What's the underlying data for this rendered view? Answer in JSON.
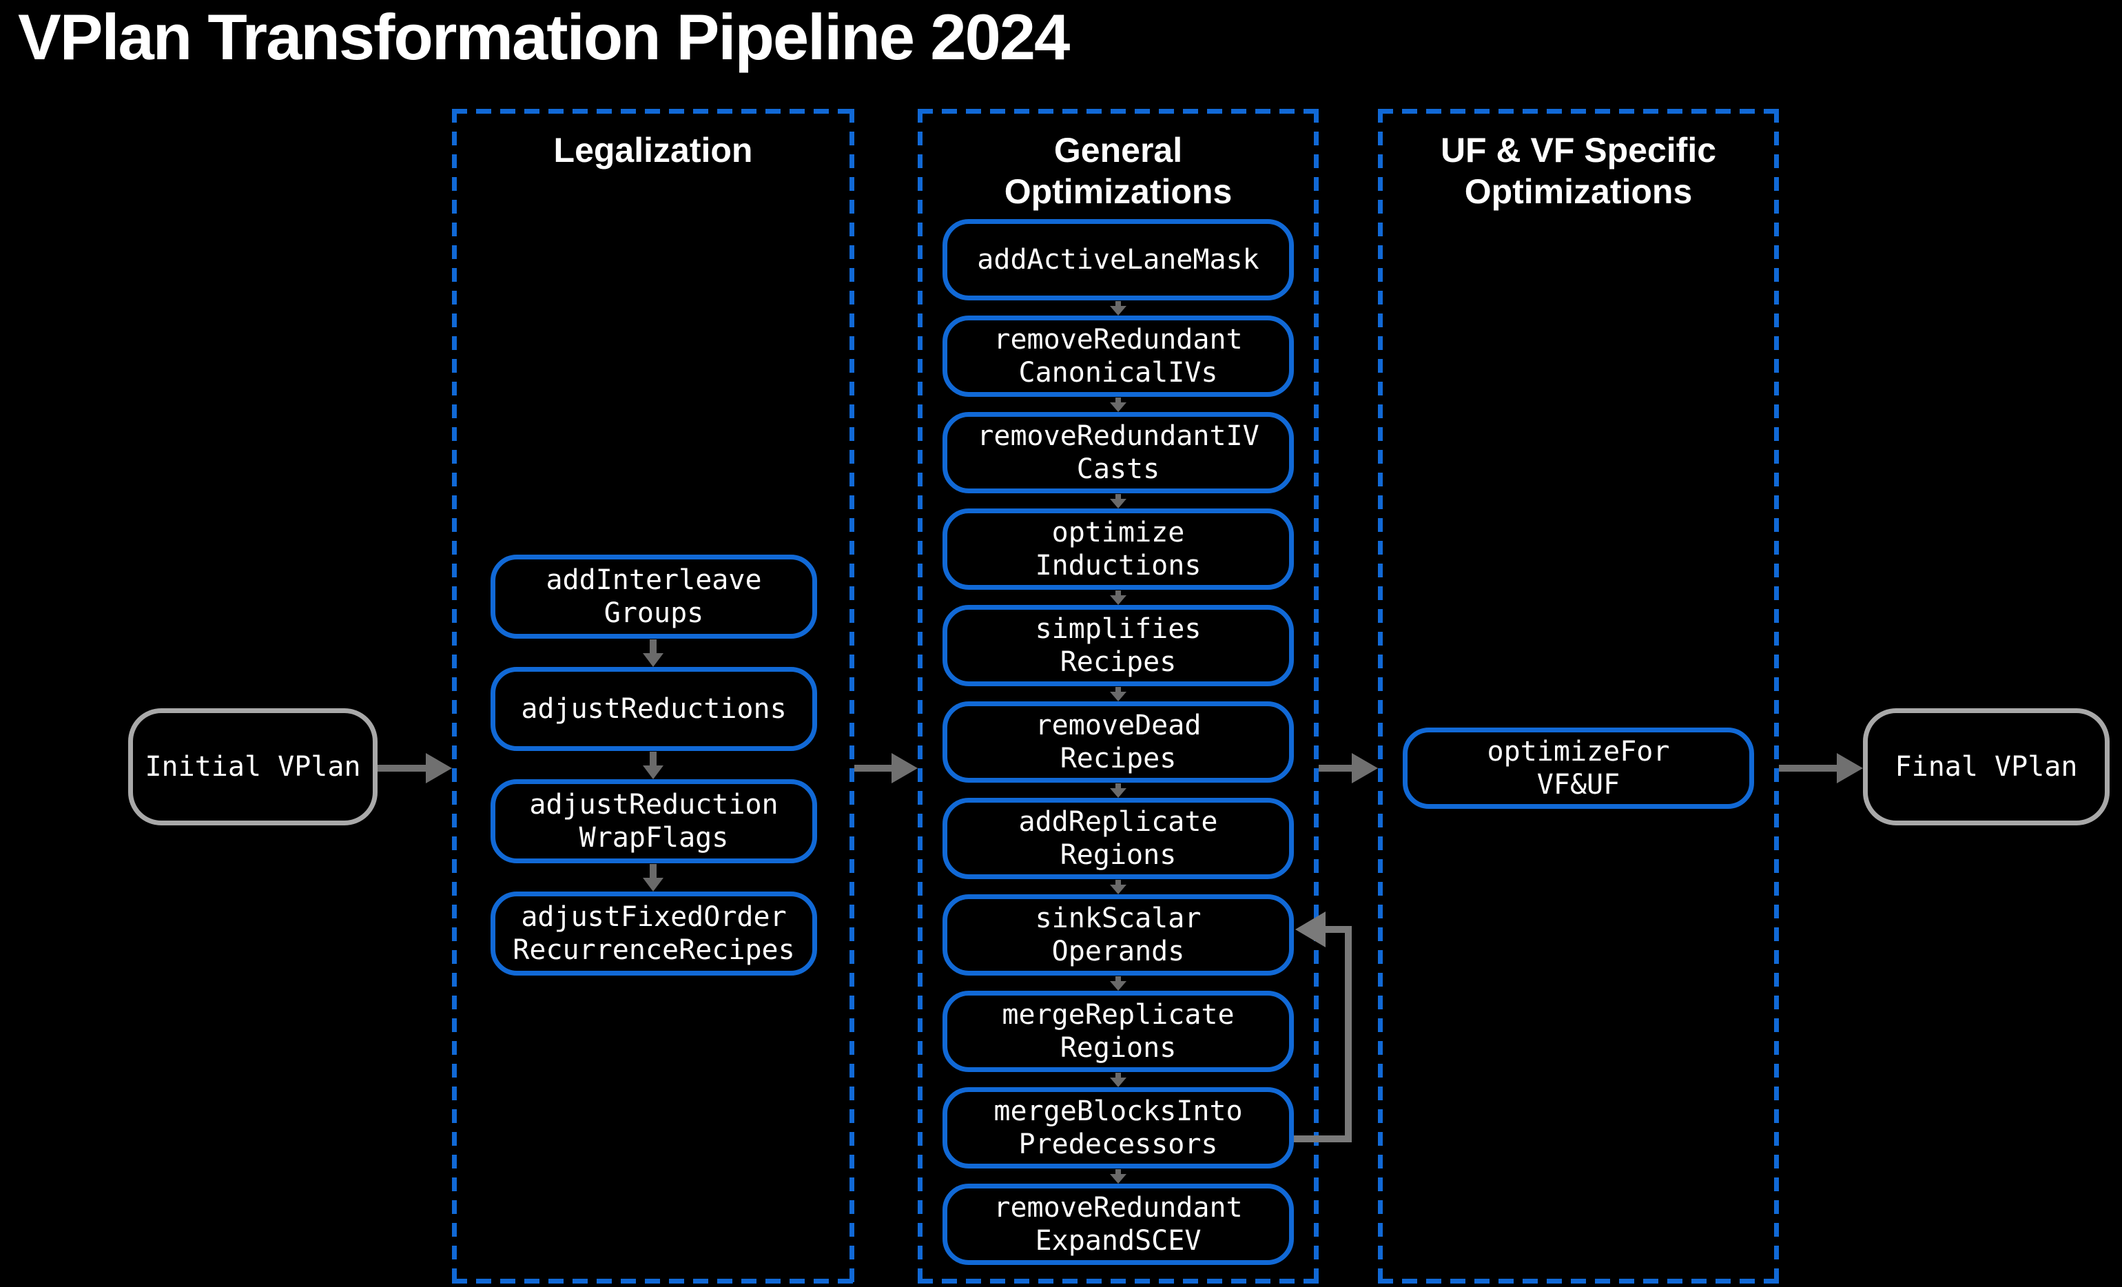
{
  "title": "VPlan Transformation Pipeline 2024",
  "colors": {
    "background": "#000000",
    "text": "#ffffff",
    "accent_blue": "#1169d6",
    "terminal_border_gray": "#a9a9a9",
    "arrow_gray": "#707070",
    "loop_arrow_gray": "#7a7a7a"
  },
  "start_node": {
    "label": "Initial VPlan"
  },
  "end_node": {
    "label": "Final VPlan"
  },
  "columns": [
    {
      "title": "Legalization",
      "boxes": [
        {
          "label": "addInterleave\nGroups"
        },
        {
          "label": "adjustReductions"
        },
        {
          "label": "adjustReduction\nWrapFlags"
        },
        {
          "label": "adjustFixedOrder\nRecurrenceRecipes"
        }
      ]
    },
    {
      "title": "General\nOptimizations",
      "boxes": [
        {
          "label": "addActiveLaneMask"
        },
        {
          "label": "removeRedundant\nCanonicalIVs"
        },
        {
          "label": "removeRedundantIV\nCasts"
        },
        {
          "label": "optimize\nInductions"
        },
        {
          "label": "simplifies\nRecipes"
        },
        {
          "label": "removeDead\nRecipes"
        },
        {
          "label": "addReplicate\nRegions"
        },
        {
          "label": "sinkScalar\nOperands"
        },
        {
          "label": "mergeReplicate\nRegions"
        },
        {
          "label": "mergeBlocksInto\nPredecessors"
        },
        {
          "label": "removeRedundant\nExpandSCEV"
        }
      ]
    },
    {
      "title": "UF & VF Specific\nOptimizations",
      "boxes": [
        {
          "label": "optimizeFor\nVF&UF"
        }
      ]
    }
  ],
  "feedback_loop": {
    "from": "mergeBlocksIntoPredecessors",
    "to": "sinkScalarOperands"
  }
}
